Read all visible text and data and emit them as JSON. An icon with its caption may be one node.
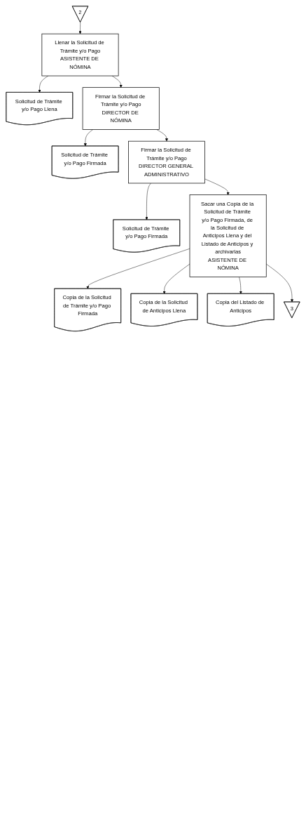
{
  "diagram": {
    "nodes": [
      {
        "text": [
          "2"
        ]
      },
      {
        "text": [
          "Llenar la Solicitud de Trámite y/o Pago",
          "ASISTENTE DE NÓMINA"
        ]
      },
      {
        "text": [
          "Solicitud de Trámite y/o Pago Llena"
        ]
      },
      {
        "text": [
          "Firmar la Solicitud de Trámite y/o Pago",
          "DIRECTOR DE NÓMINA"
        ]
      },
      {
        "text": [
          "Solicitud de Trámite y/o Pago Firmada"
        ]
      },
      {
        "text": [
          "Firmar la Solicitud de Trámite y/o Pago",
          "DIRECTOR GENERAL ADMINISTRATIVO"
        ]
      },
      {
        "text": [
          "Solicitud de Trámite y/o Pago Firmada"
        ]
      },
      {
        "text": [
          "Sacar una Copia de la Solicitud de Trámite y/o Pago Firmada, de la Solicitud de Anticipos Llena y del Listado de Anticipos y archivarlas",
          "ASISTENTE DE NÓMINA"
        ]
      },
      {
        "text": [
          "Copia de la Solicitud de Trámite y/o Pago Firmada"
        ]
      },
      {
        "text": [
          "Copia de la Solicitud de Anticipos Llena"
        ]
      },
      {
        "text": [
          "Copia del Listado de Anticipos"
        ]
      },
      {
        "text": [
          "3"
        ]
      }
    ],
    "edges": [
      {
        "from": 0,
        "to": 1,
        "arrow": "to"
      },
      {
        "from": 1,
        "to": 2,
        "arrow": "to"
      },
      {
        "from": 1,
        "to": 3,
        "arrow": "to"
      },
      {
        "from": 3,
        "to": 4,
        "arrow": "to"
      },
      {
        "from": 3,
        "to": 5,
        "arrow": "to"
      },
      {
        "from": 5,
        "to": 6,
        "arrow": "to"
      },
      {
        "from": 5,
        "to": 7,
        "arrow": "to"
      },
      {
        "from": 7,
        "to": 8,
        "arrow": "to"
      },
      {
        "from": 7,
        "to": 9,
        "arrow": "to"
      },
      {
        "from": 7,
        "to": 10,
        "arrow": "to"
      },
      {
        "from": 7,
        "to": 11,
        "arrow": "to"
      }
    ]
  }
}
